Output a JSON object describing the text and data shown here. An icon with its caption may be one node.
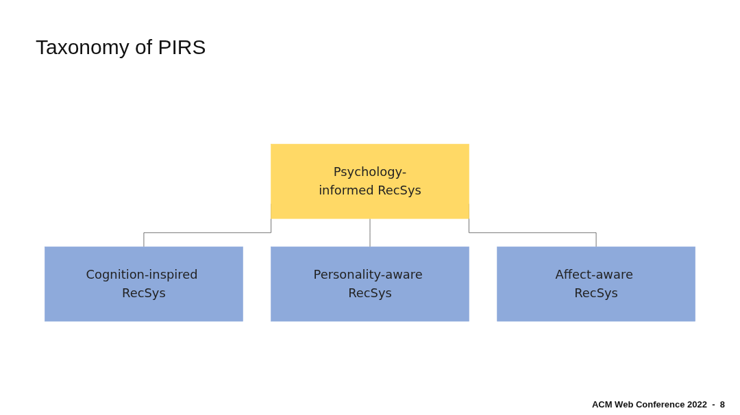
{
  "diagram": {
    "title": "Taxonomy of PIRS",
    "nodes": [
      {
        "text": [
          "Psychology-informed RecSys"
        ]
      },
      {
        "text": [
          "Cognition-inspired RecSys"
        ]
      },
      {
        "text": [
          "Personality-aware RecSys"
        ]
      },
      {
        "text": [
          "Affect-aware RecSys"
        ]
      }
    ],
    "edges": [
      {
        "from": 0,
        "to": 1,
        "arrow": "none"
      },
      {
        "from": 0,
        "to": 2,
        "arrow": "none"
      },
      {
        "from": 0,
        "to": 3,
        "arrow": "none"
      }
    ],
    "labels": [
      "ACM Web Conference 2022  -  8"
    ]
  }
}
